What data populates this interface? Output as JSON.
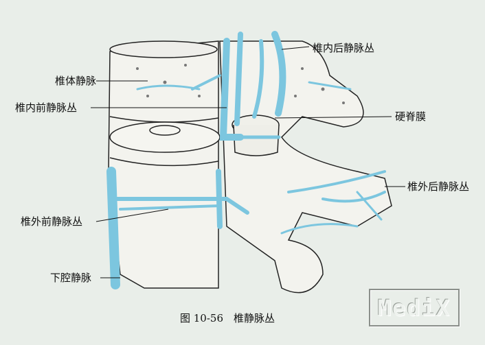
{
  "figure": {
    "labels": {
      "posterior_internal_plexus": "椎内后静脉丛",
      "basivertebral_vein": "椎体静脉",
      "anterior_internal_plexus": "椎内前静脉丛",
      "dura_mater": "硬脊膜",
      "posterior_external_plexus": "椎外后静脉丛",
      "anterior_external_plexus": "椎外前静脉丛",
      "inferior_vena_cava": "下腔静脉"
    },
    "caption": "图 10-56　椎静脉丛",
    "watermark": "MediX"
  },
  "colors": {
    "vein": "#7cc6df",
    "background": "#e9eee9",
    "outline": "#222222"
  }
}
